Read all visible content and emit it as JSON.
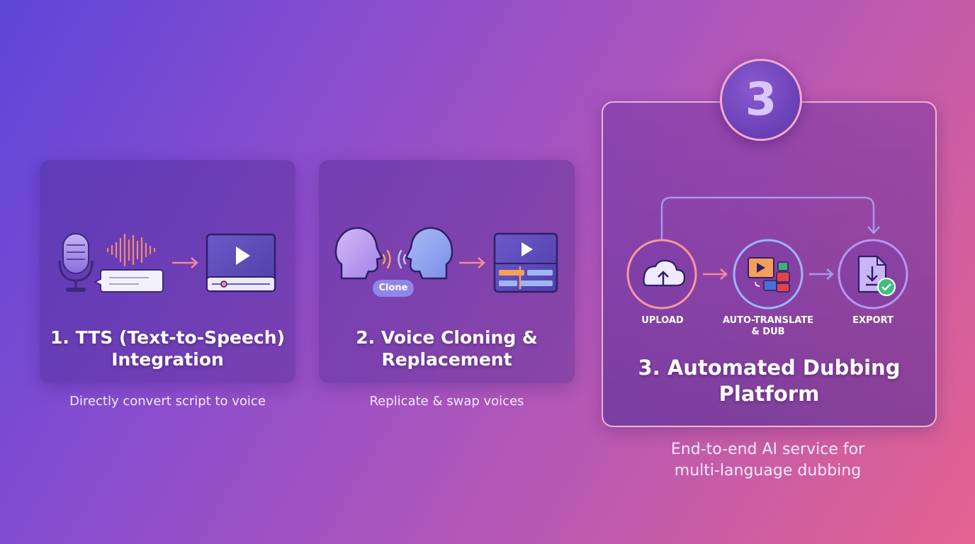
{
  "badge": {
    "number": "3"
  },
  "cards": [
    {
      "title_line1": "1. TTS (Text-to-Speech)",
      "title_line2": "Integration",
      "caption": "Directly convert script to voice"
    },
    {
      "title_line1": "2. Voice Cloning &",
      "title_line2": "Replacement",
      "caption": "Replicate & swap voices",
      "pill": "Clone"
    },
    {
      "title_line1": "3. Automated Dubbing",
      "title_line2": "Platform",
      "caption_line1": "End-to-end AI service for",
      "caption_line2": "multi-language dubbing",
      "steps": [
        {
          "label": "UPLOAD"
        },
        {
          "label_line1": "AUTO-TRANSLATE",
          "label_line2": "& DUB"
        },
        {
          "label": "EXPORT"
        }
      ]
    }
  ],
  "colors": {
    "accent_pink": "#f4899a",
    "accent_blue": "#9fb5f6",
    "accent_lavender": "#b597f0"
  },
  "icons": [
    "microphone-icon",
    "waveform-icon",
    "text-bubble-icon",
    "video-player-icon",
    "head-left-icon",
    "sound-waves-icon",
    "head-right-icon",
    "video-timeline-icon",
    "cloud-upload-icon",
    "translate-video-icon",
    "file-download-icon",
    "check-icon",
    "arrow-icon"
  ]
}
